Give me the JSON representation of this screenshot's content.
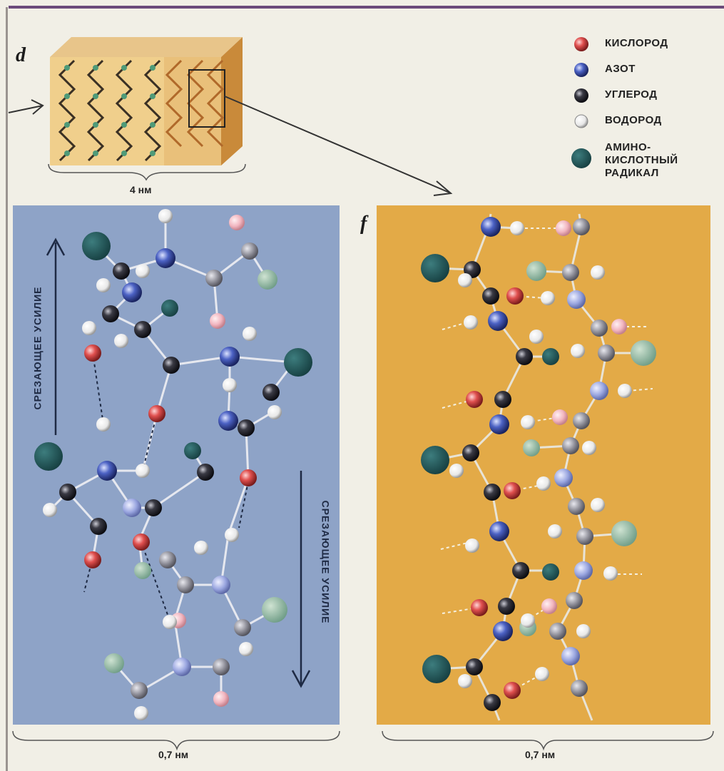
{
  "panels": {
    "d": "d",
    "f": "f"
  },
  "legend": {
    "items": [
      {
        "label": "КИСЛОРОД",
        "color": "#d44a4a",
        "icon": "oxygen-atom-icon"
      },
      {
        "label": "АЗОТ",
        "color": "#3a4ea8",
        "icon": "nitrogen-atom-icon"
      },
      {
        "label": "УГЛЕРОД",
        "color": "#2a2a2a",
        "icon": "carbon-atom-icon"
      },
      {
        "label": "ВОДОРОД",
        "color": "#f3f3f3",
        "icon": "hydrogen-atom-icon"
      }
    ],
    "radical": {
      "lines": [
        "АМИНО-",
        "КИСЛОТНЫЙ",
        "РАДИКАЛ"
      ],
      "color": "#1f5a5c",
      "icon": "amino-acid-radical-icon"
    }
  },
  "dimensions": {
    "top": "4 нм",
    "left": "0,7 нм",
    "right": "0,7 нм"
  },
  "shear": {
    "up": "СРЕЗАЮЩЕЕ УСИЛИЕ",
    "down": "СРЕЗАЮЩЕЕ УСИЛИЕ"
  }
}
